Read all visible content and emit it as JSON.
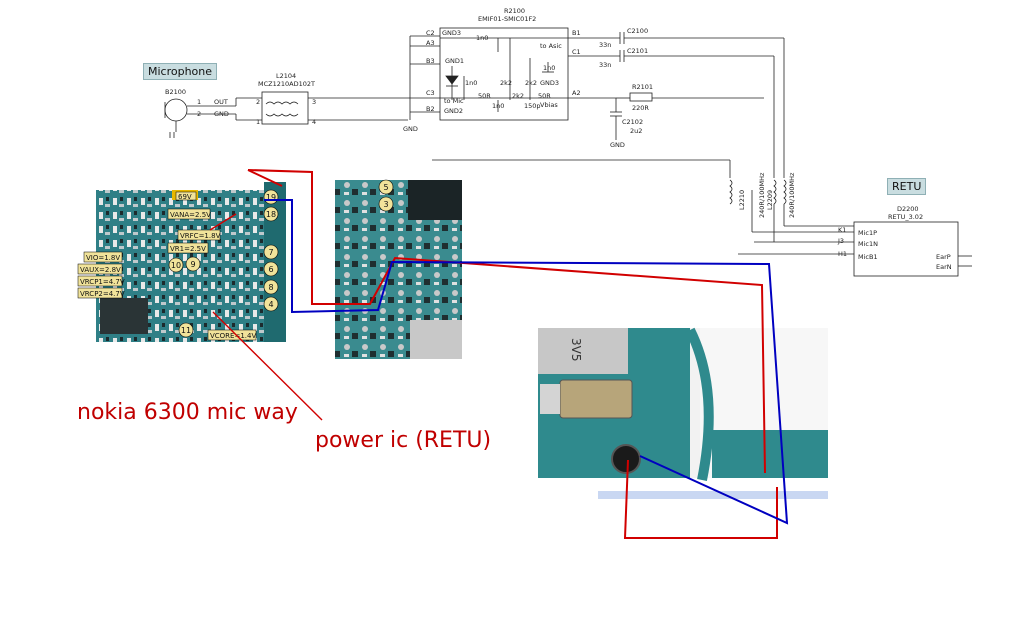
{
  "labels": {
    "microphone": "Microphone",
    "retu": "RETU",
    "caption_main": "nokia 6300 mic way",
    "caption_power": "power ic (RETU)"
  },
  "schematic": {
    "r2100_ref": "R2100",
    "r2100_part": "EMIF01-SMIC01F2",
    "pin_c2": "C2",
    "pin_a3": "A3",
    "pin_b3": "B3",
    "pin_c3": "C3",
    "pin_b2": "B2",
    "pin_b1": "B1",
    "pin_c1": "C1",
    "pin_a2": "A2",
    "gnd3": "GND3",
    "gnd1": "GND1",
    "gnd2": "GND2",
    "gnd3b": "GND3",
    "to_asic": "to Asic",
    "to_mic": "to Mic",
    "vbias": "Vbias",
    "c_1n0_top": "1n0",
    "c_1n0_mid": "1n0",
    "c_1n0_bot": "1n0",
    "c_1n0_r": "1n0",
    "r_2k2_a": "2k2",
    "r_2k2_b": "2k2",
    "r_2k2_c": "2k2",
    "r_50r_a": "50R",
    "r_50r_b": "50R",
    "c_150p": "150p",
    "c2100": "C2100",
    "c2100_val": "33n",
    "c2101": "C2101",
    "c2101_val": "33n",
    "r2101": "R2101",
    "r2101_val": "220R",
    "c2102": "C2102",
    "c2102_val": "2u2",
    "gnd_a": "GND",
    "gnd_b": "GND",
    "l2104_ref": "L2104",
    "l2104_part": "MCZ1210AD102T",
    "b2100": "B2100",
    "out": "OUT",
    "gnd_mic": "GND",
    "pin1": "1",
    "pin2": "2",
    "pin3": "3",
    "pin4": "4",
    "l_pin1": "1",
    "l_pin2": "2",
    "l2210": "L2210",
    "l2210_val": "240R/100MHz",
    "l2209": "L2209",
    "l2209_val": "240R/100MHz",
    "d2200": "D2200",
    "d2200_part": "RETU_3.02",
    "k1": "K1",
    "j3": "J3",
    "h1": "H1",
    "mic1p": "Mic1P",
    "mic1n": "Mic1N",
    "micb1": "MicB1",
    "earp": "EarP",
    "earn": "EarN"
  },
  "board_left": {
    "tags": {
      "vana": "VANA=2.5V",
      "vrfc": "VRFC=1.8V",
      "vr1": "VR1=2.5V",
      "vio": "VIO=1.8V",
      "vaux": "VAUX=2.8V",
      "vrcp1": "VRCP1=4.7V",
      "vrcp2": "VRCP2=4.7V",
      "vcore": "VCORE=1.4V",
      "v69": "69V"
    },
    "bubbles": [
      "19",
      "18",
      "7",
      "6",
      "8",
      "4",
      "10",
      "9",
      "11"
    ]
  },
  "board_mid": {
    "bubbles": [
      "5",
      "3"
    ]
  },
  "board_right": {
    "silk": "3V5"
  },
  "colors": {
    "red_wire": "#d10000",
    "blue_wire": "#0000c0",
    "label_bg": "#c9dde0",
    "pcb": "#2f7f86"
  }
}
